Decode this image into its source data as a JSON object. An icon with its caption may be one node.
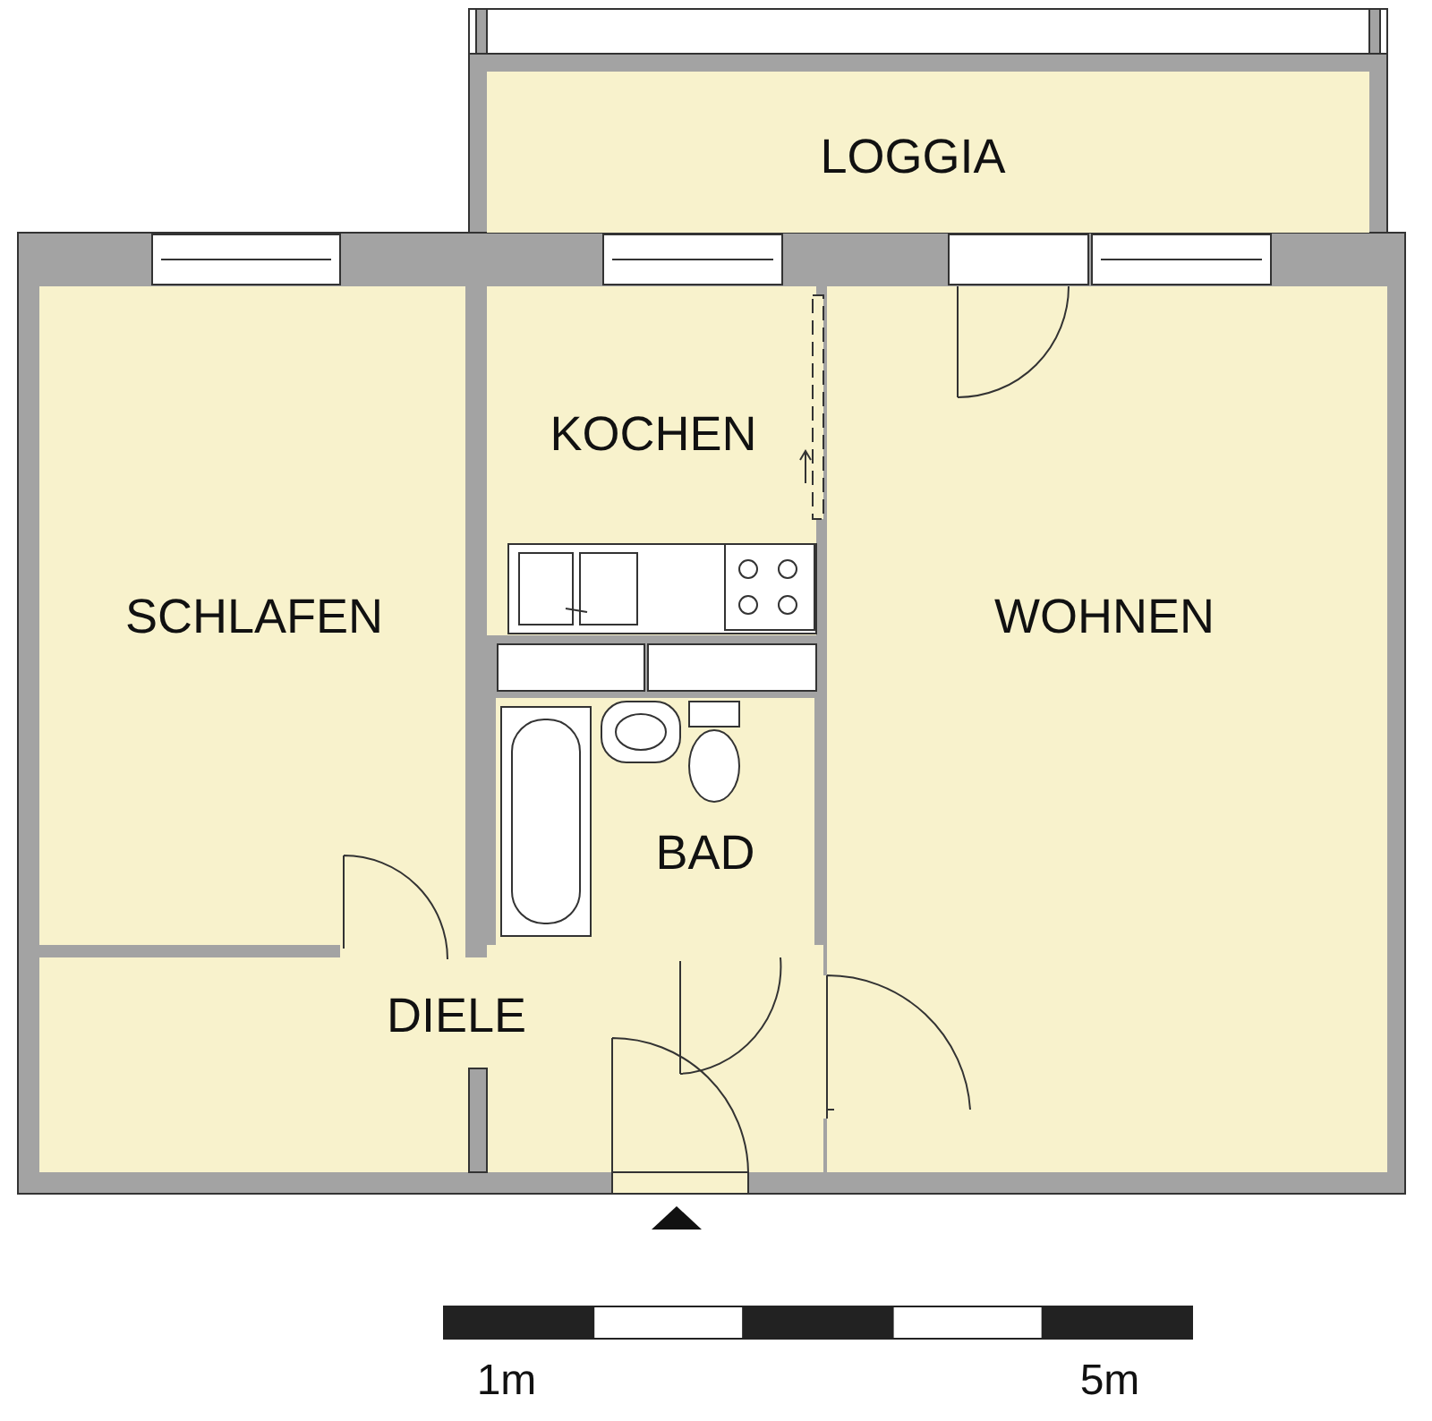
{
  "diagram": {
    "nodes": [
      {
        "text": [
          "LOGGIA"
        ]
      },
      {
        "text": [
          "SCHLAFEN"
        ]
      },
      {
        "text": [
          "KOCHEN"
        ]
      },
      {
        "text": [
          "WOHNEN"
        ]
      },
      {
        "text": [
          "BAD"
        ]
      },
      {
        "text": [
          "DIELE"
        ]
      }
    ],
    "labels": [
      "1m",
      "5m"
    ]
  }
}
